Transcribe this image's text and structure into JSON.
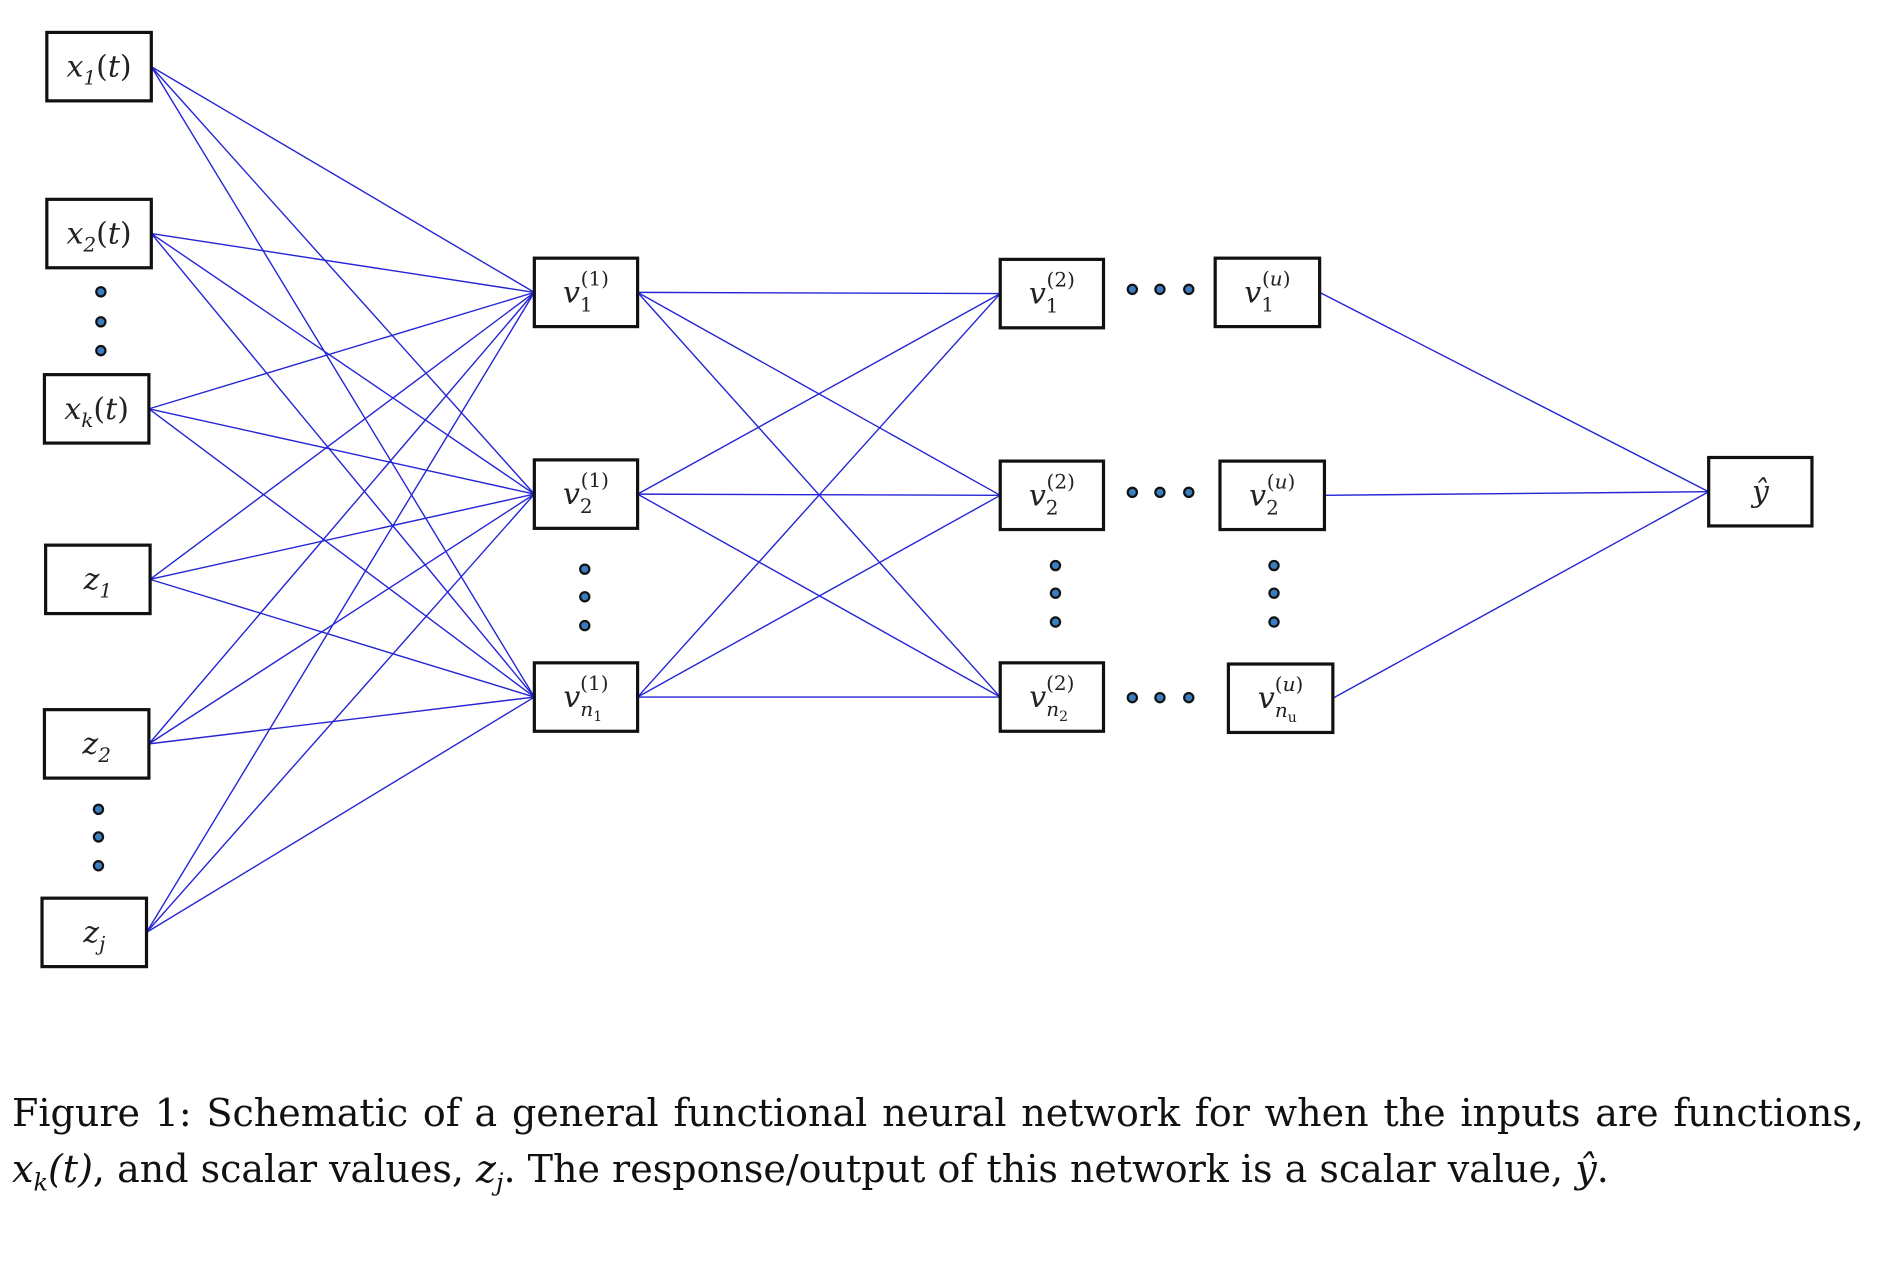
{
  "diagram": {
    "line_color": "#2525d6",
    "box_color": "#111111",
    "dot_color": "#3a7ec0",
    "inputs": [
      {
        "id": "x1",
        "label": "x1(t)"
      },
      {
        "id": "x2",
        "label": "x2(t)"
      },
      {
        "id": "xk",
        "label": "xk(t)"
      },
      {
        "id": "z1",
        "label": "z1"
      },
      {
        "id": "z2",
        "label": "z2"
      },
      {
        "id": "zj",
        "label": "zj"
      }
    ],
    "layer1": [
      {
        "id": "v1_1",
        "label": "v1(1)"
      },
      {
        "id": "v2_1",
        "label": "v2(1)"
      },
      {
        "id": "vn1_1",
        "label": "vn1(1)"
      }
    ],
    "layer2": [
      {
        "id": "v1_2",
        "label": "v1(2)"
      },
      {
        "id": "v2_2",
        "label": "v2(2)"
      },
      {
        "id": "vn2_2",
        "label": "vn2(2)"
      }
    ],
    "layeru": [
      {
        "id": "v1_u",
        "label": "v1(u)"
      },
      {
        "id": "v2_u",
        "label": "v2(u)"
      },
      {
        "id": "vnu_u",
        "label": "vnu(u)"
      }
    ],
    "output": {
      "id": "yhat",
      "label": "ŷ"
    }
  },
  "caption": {
    "figure_label": "Figure 1:",
    "part1": "Schematic of a general functional neural network for when the inputs are functions,",
    "xk": "x_k(t)",
    "part2": ", and scalar values,",
    "zj": "z_j",
    "part3": ". The response/output of this network is a scalar value,",
    "yhat": "ŷ",
    "part4": "."
  }
}
